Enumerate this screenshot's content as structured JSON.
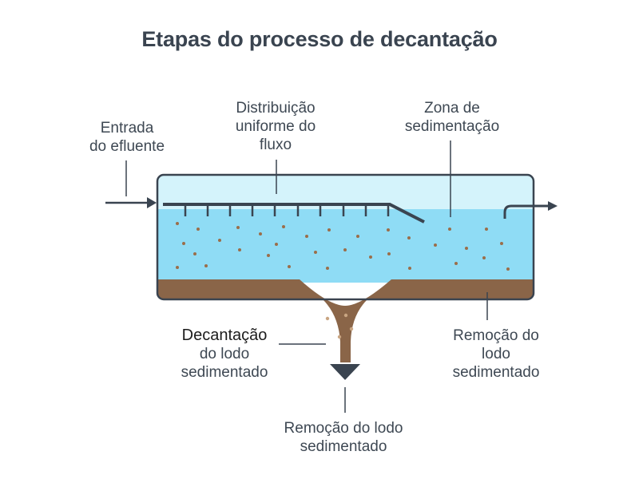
{
  "title": "Etapas do processo de decantação",
  "labels": {
    "entrada": [
      "Entrada",
      "do efluente"
    ],
    "distribuicao": [
      "Distribuição",
      "uniforme do",
      "fluxo"
    ],
    "zona": [
      "Zona de",
      "sedimentação"
    ],
    "decantacao": [
      "Decantação",
      "do lodo",
      "sedimentado"
    ],
    "remocao_direita": [
      "Remoção do",
      "lodo",
      "sedimentado"
    ],
    "remocao_inferior": [
      "Remoção do lodo",
      "sedimentado"
    ]
  },
  "colors": {
    "water": "#8fdcf5",
    "air": "#d4f3fb",
    "sludge": "#8a6548",
    "particle": "#9b6e4a",
    "outline": "#3a4450"
  }
}
